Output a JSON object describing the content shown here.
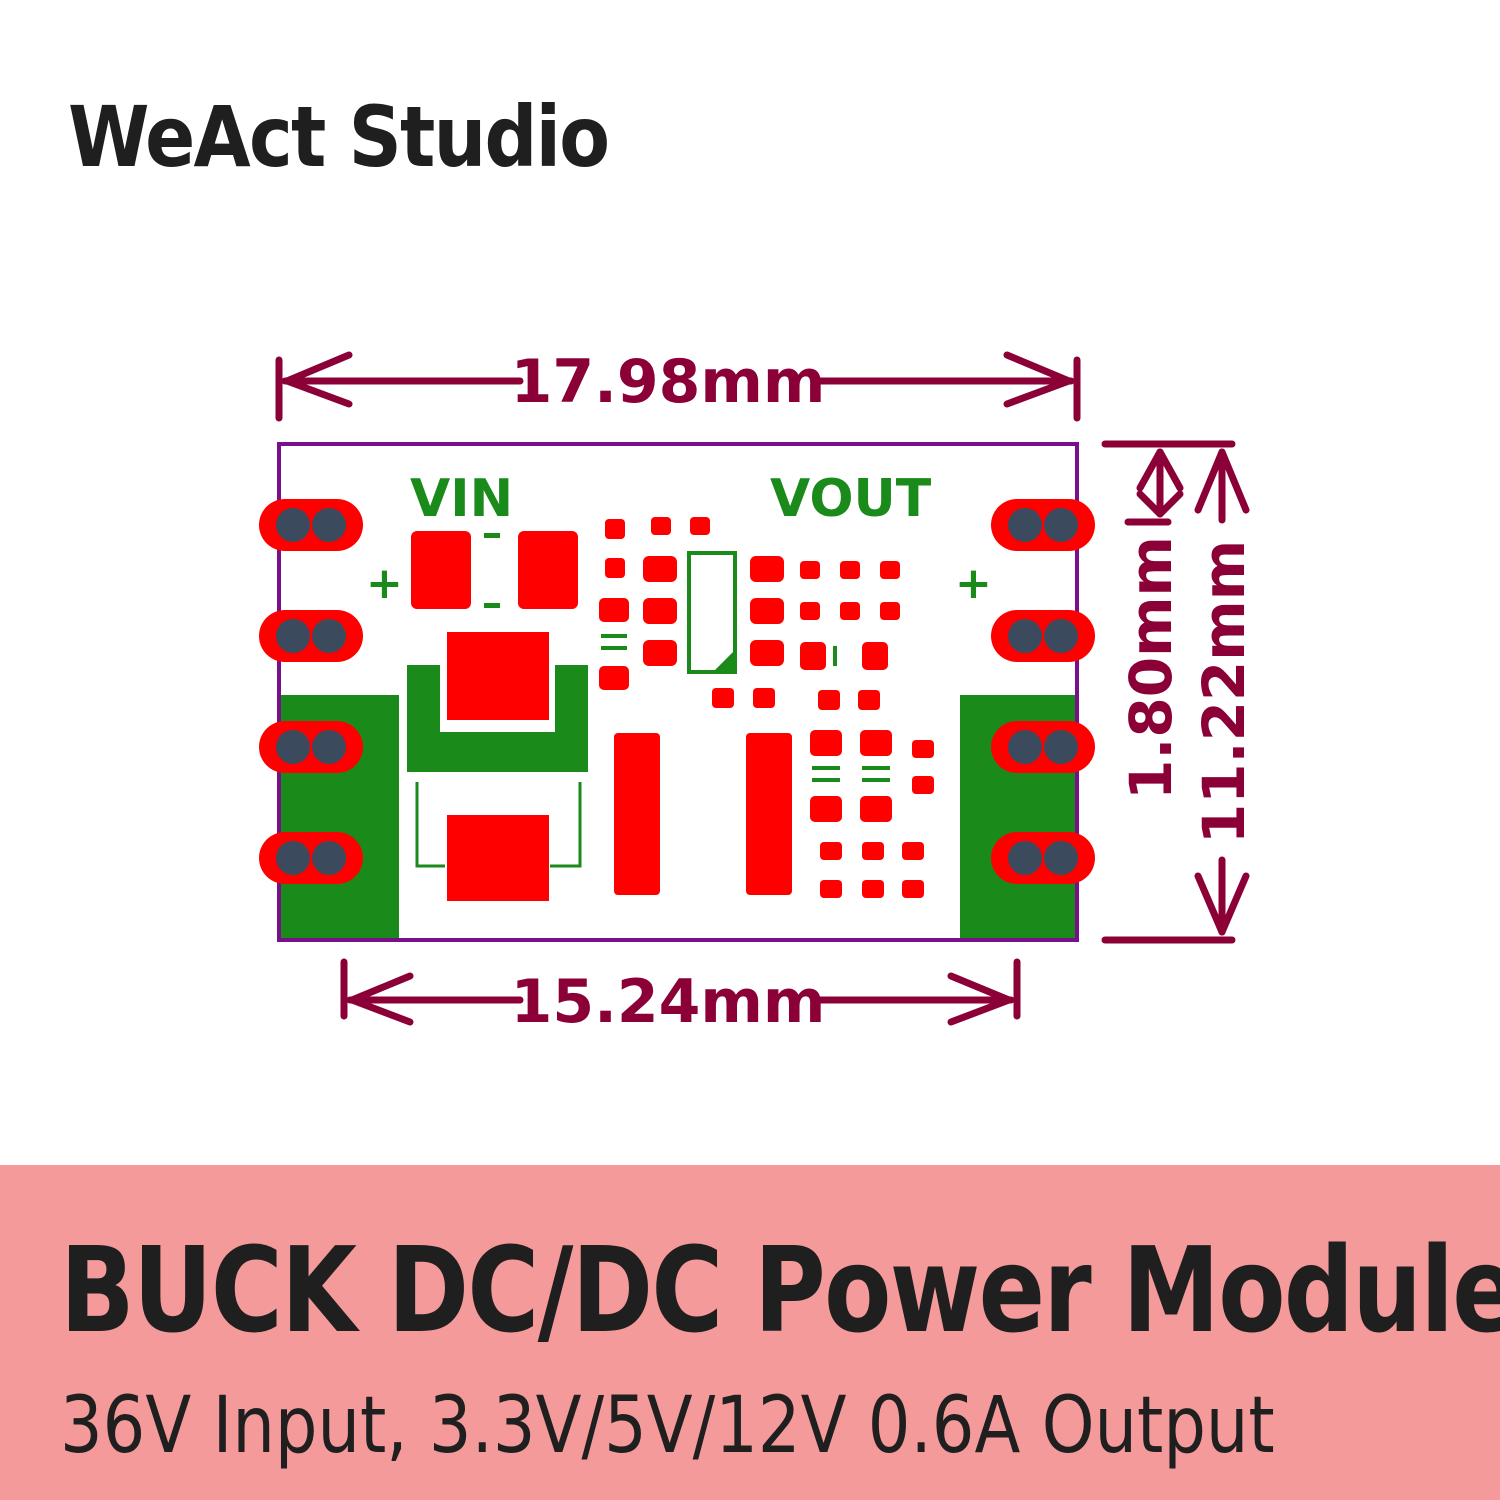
{
  "header": {
    "brand": "WeAct Studio"
  },
  "diagram": {
    "dimensions": {
      "board_width": "17.98mm",
      "pin_span": "15.24mm",
      "board_height": "11.22mm",
      "pin_offset": "1.80mm"
    },
    "labels": {
      "input": "VIN",
      "output": "VOUT",
      "input_plus": "+",
      "output_plus": "+"
    },
    "colors": {
      "dimension": "#8b0036",
      "board_outline": "#7a0f8c",
      "copper": "#ff0000",
      "silkscreen": "#1a8a1a",
      "drill": "#3c4a5e"
    }
  },
  "footer": {
    "title": "BUCK DC/DC Power Module",
    "subtitle": "36V Input, 3.3V/5V/12V 0.6A Output"
  }
}
